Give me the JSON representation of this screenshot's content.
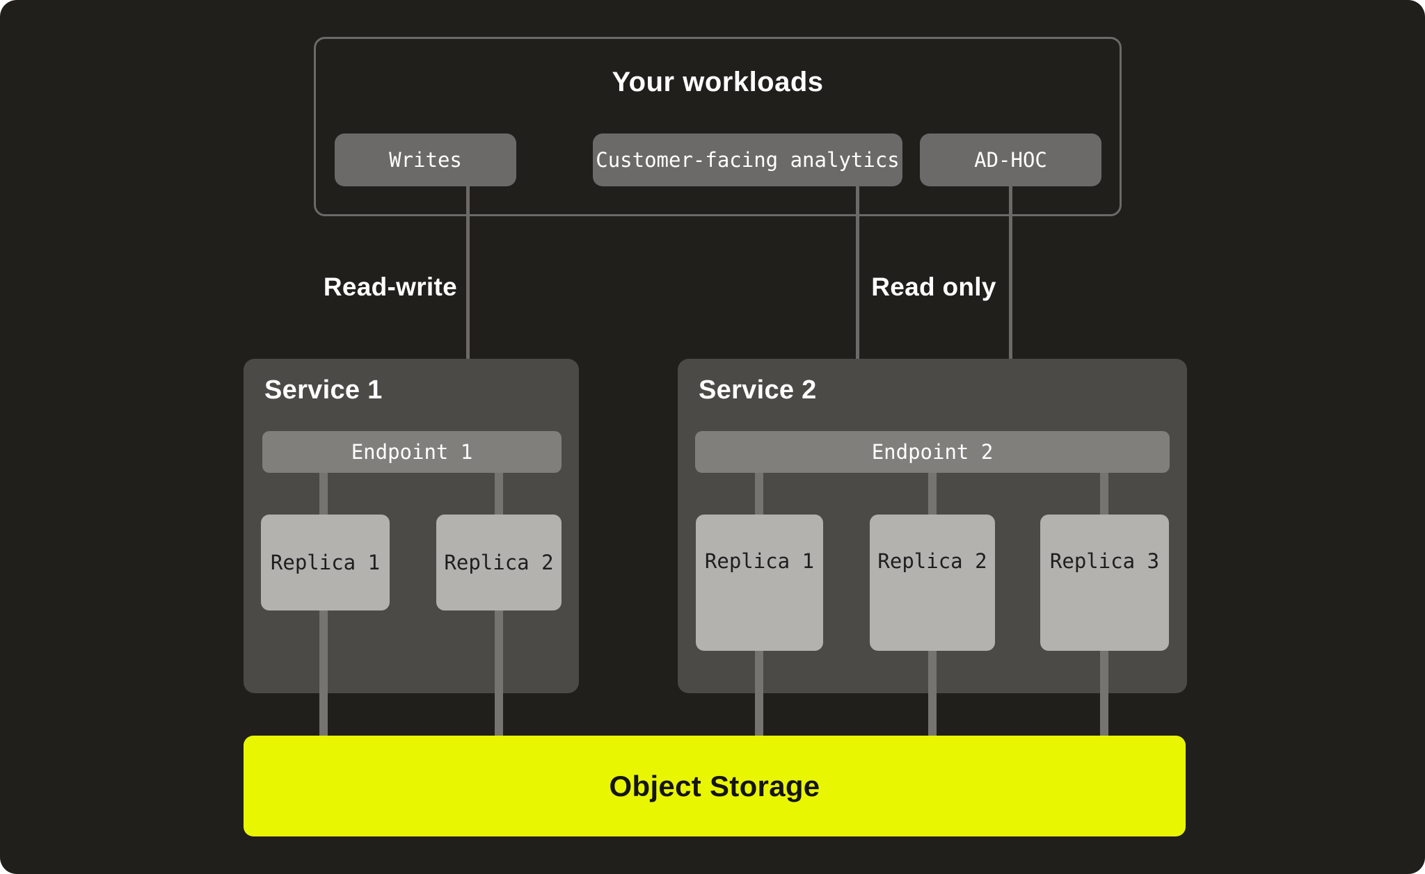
{
  "workloads": {
    "title": "Your workloads",
    "nodes": [
      {
        "label": "Writes"
      },
      {
        "label": "Customer-facing analytics"
      },
      {
        "label": "AD-HOC"
      }
    ]
  },
  "edges": {
    "read_write_label": "Read-write",
    "read_only_label": "Read only"
  },
  "services": [
    {
      "title": "Service 1",
      "endpoint": "Endpoint 1",
      "replicas": [
        "Replica 1",
        "Replica 2"
      ]
    },
    {
      "title": "Service 2",
      "endpoint": "Endpoint 2",
      "replicas": [
        "Replica 1",
        "Replica 2",
        "Replica 3"
      ]
    }
  ],
  "storage": {
    "label": "Object Storage"
  },
  "colors": {
    "background": "#211f1b",
    "node_gray": "#6b6a68",
    "service_gray": "#4b4a47",
    "endpoint_gray": "#807f7c",
    "replica_gray": "#b3b2af",
    "connector_gray": "#767471",
    "storage_yellow": "#e9f602"
  }
}
